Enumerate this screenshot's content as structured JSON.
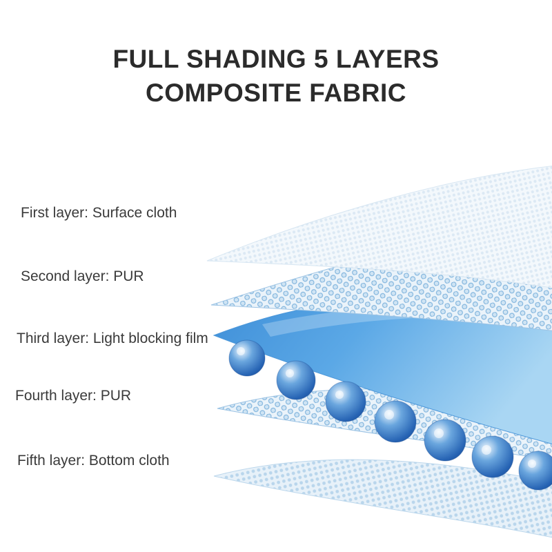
{
  "title": {
    "line1": "FULL SHADING 5 LAYERS",
    "line2": "COMPOSITE FABRIC"
  },
  "layers": [
    {
      "label": "First layer: Surface cloth"
    },
    {
      "label": "Second layer: PUR"
    },
    {
      "label": "Third layer: Light blocking film"
    },
    {
      "label": "Fourth layer: PUR"
    },
    {
      "label": "Fifth layer: Bottom cloth"
    }
  ],
  "colors": {
    "title_text": "#2b2b2b",
    "label_text": "#3a3a3a",
    "film_deep": "#3f8fd8",
    "film_mid": "#5ba8e6",
    "film_light": "#a9d6f3",
    "bead_hi": "#eef7fe",
    "bead_mid": "#6aa6de",
    "bead_dark": "#2764b4",
    "bead_edge": "#1b4f9a",
    "mesh_light_dot": "#dce9f4",
    "pur_dot_fill": "#cfe4f4",
    "pur_dot_stroke": "#7db2dc",
    "bottom_mesh_dot": "#b9d6ec"
  }
}
